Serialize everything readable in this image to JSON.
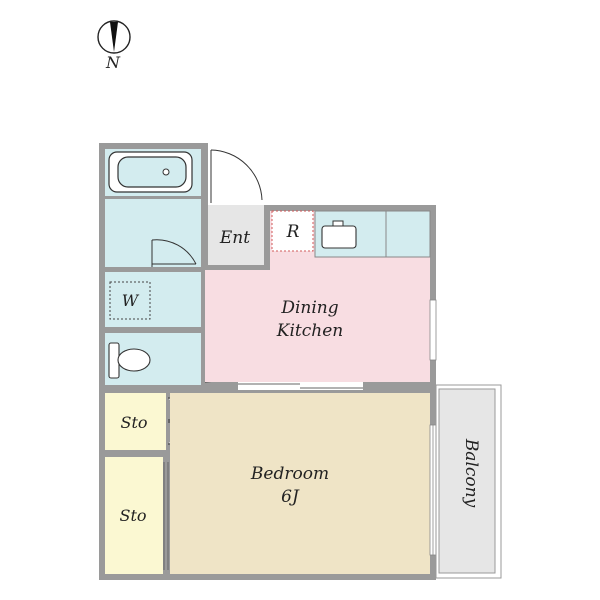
{
  "compass": {
    "label": "N"
  },
  "rooms": {
    "entrance": "Ent",
    "refrigerator": "R",
    "washer": "W",
    "dining_kitchen": [
      "Dining",
      "Kitchen"
    ],
    "storage_upper": "Sto",
    "storage_lower": "Sto",
    "bedroom": [
      "Bedroom",
      "6J"
    ],
    "balcony": "Balcony"
  },
  "colors": {
    "wall": "#9a9a9a",
    "wet_area": "#d3ecef",
    "dining_kitchen": "#f8dde2",
    "bedroom": "#efe4c6",
    "storage": "#fbf8d2",
    "entrance": "#e6e6e6",
    "balcony": "#e6e6e6"
  }
}
